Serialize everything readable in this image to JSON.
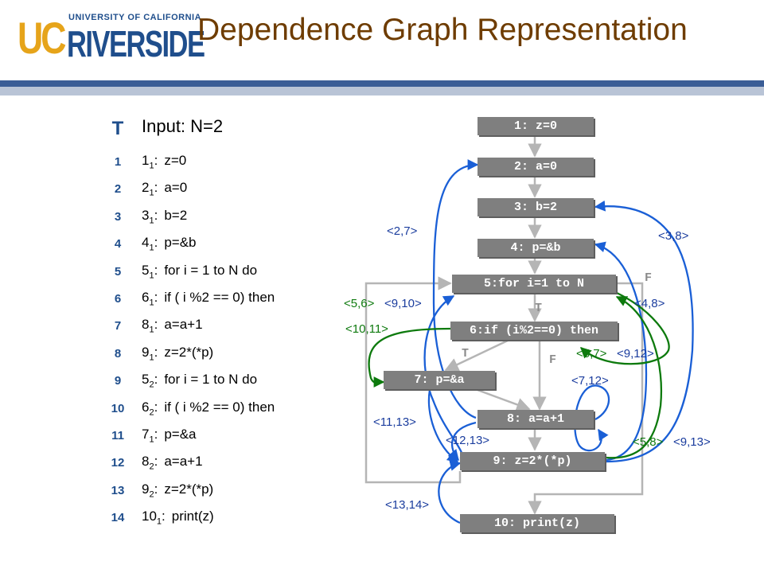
{
  "logo": {
    "university": "UNIVERSITY OF CALIFORNIA",
    "uc": "UC",
    "riverside": "RIVERSIDE"
  },
  "title": "Dependence Graph Representation",
  "colors": {
    "title": "#6e3c00",
    "band": "#3a5d96",
    "band_light": "#b9c4d6",
    "node": "#7f7f7f",
    "control_edge": "#b5b5b5",
    "blue_edge": "#1a5fd6",
    "green_edge": "#0d7a0d",
    "step_numbers": "#1f4e8c"
  },
  "trace": {
    "column_header": "T",
    "input": "Input: N=2",
    "steps": [
      {
        "t": "1",
        "stmt": "1",
        "inst": "1",
        "code": "z=0"
      },
      {
        "t": "2",
        "stmt": "2",
        "inst": "1",
        "code": "a=0"
      },
      {
        "t": "3",
        "stmt": "3",
        "inst": "1",
        "code": "b=2"
      },
      {
        "t": "4",
        "stmt": "4",
        "inst": "1",
        "code": "p=&b"
      },
      {
        "t": "5",
        "stmt": "5",
        "inst": "1",
        "code": "for i = 1 to N do"
      },
      {
        "t": "6",
        "stmt": "6",
        "inst": "1",
        "code": "if ( i %2 == 0) then"
      },
      {
        "t": "7",
        "stmt": "8",
        "inst": "1",
        "code": "a=a+1"
      },
      {
        "t": "8",
        "stmt": "9",
        "inst": "1",
        "code": "z=2*(*p)"
      },
      {
        "t": "9",
        "stmt": "5",
        "inst": "2",
        "code": "for i = 1 to N do"
      },
      {
        "t": "10",
        "stmt": "6",
        "inst": "2",
        "code": "if ( i %2 == 0) then"
      },
      {
        "t": "11",
        "stmt": "7",
        "inst": "1",
        "code": "p=&a"
      },
      {
        "t": "12",
        "stmt": "8",
        "inst": "2",
        "code": "a=a+1"
      },
      {
        "t": "13",
        "stmt": "9",
        "inst": "2",
        "code": "z=2*(*p)"
      },
      {
        "t": "14",
        "stmt": "10",
        "inst": "1",
        "code": "print(z)"
      }
    ]
  },
  "graph": {
    "nodes": [
      "1: z=0",
      "2: a=0",
      "3: b=2",
      "4: p=&b",
      "5:for i=1 to N",
      "6:if (i%2==0) then",
      "7: p=&a",
      "8: a=a+1",
      "9: z=2*(*p)",
      "10: print(z)"
    ],
    "branch_labels": {
      "t_5_6": "T",
      "f_5": "F",
      "t_6_7": "T",
      "f_6": "F"
    },
    "edge_labels": [
      {
        "text": "<2,7>",
        "color": "blue"
      },
      {
        "text": "<3,8>",
        "color": "blue"
      },
      {
        "text": "<4,8>",
        "color": "blue"
      },
      {
        "text": "<5,7>",
        "color": "green"
      },
      {
        "text": "<9,12>",
        "color": "blue"
      },
      {
        "text": "<7,12>",
        "color": "blue"
      },
      {
        "text": "<5,8>",
        "color": "green"
      },
      {
        "text": "<9,13>",
        "color": "blue"
      },
      {
        "text": "<5,6>",
        "color": "green"
      },
      {
        "text": "<9,10>",
        "color": "blue"
      },
      {
        "text": "<10,11>",
        "color": "green"
      },
      {
        "text": "<11,13>",
        "color": "blue"
      },
      {
        "text": "<12,13>",
        "color": "blue"
      },
      {
        "text": "<13,14>",
        "color": "blue"
      }
    ]
  }
}
